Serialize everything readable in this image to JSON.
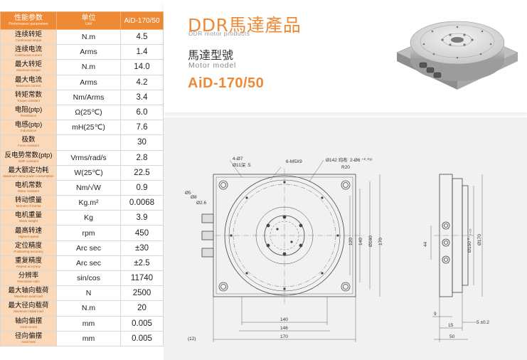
{
  "table": {
    "header": {
      "param_label": "性能参数",
      "param_sub": "Performance parameters",
      "unit_label": "单位",
      "unit_sub": "Unit",
      "model": "AiD-170/50"
    },
    "rows": [
      {
        "name": "连续转矩",
        "sub": "Continuous torque",
        "unit": "N.m",
        "value": "4.5"
      },
      {
        "name": "连续电流",
        "sub": "Continuous current",
        "unit": "Arms",
        "value": "1.4"
      },
      {
        "name": "最大转矩",
        "sub": "Maximum torque",
        "unit": "N.m",
        "value": "14.0"
      },
      {
        "name": "最大电流",
        "sub": "Maximum current",
        "unit": "Arms",
        "value": "4.2"
      },
      {
        "name": "转矩常数",
        "sub": "Torque constant",
        "unit": "Nm/Arms",
        "value": "3.4"
      },
      {
        "name": "电阻(ptp)",
        "sub": "Resistance",
        "unit": "Ω(25℃)",
        "value": "6.0"
      },
      {
        "name": "电感(ptp)",
        "sub": "Inductance",
        "unit": "mH(25℃)",
        "value": "7.6"
      },
      {
        "name": "极数",
        "sub": "Force constant",
        "unit": "",
        "value": "30"
      },
      {
        "name": "反电势常数(ptp)",
        "sub": "EMF constant",
        "unit": "Vrms/rad/s",
        "value": "2.8"
      },
      {
        "name": "最大额定功耗",
        "sub": "Maximum rated power consumption",
        "unit": "W(25℃)",
        "value": "22.5"
      },
      {
        "name": "电机常数",
        "sub": "Motor constant",
        "unit": "Nm/√W",
        "value": "0.9"
      },
      {
        "name": "转动惯量",
        "sub": "Moment of inertia",
        "unit": "Kg.m²",
        "value": "0.0068"
      },
      {
        "name": "电机重量",
        "sub": "Motor weight",
        "unit": "Kg",
        "value": "3.9"
      },
      {
        "name": "最高转速",
        "sub": "Highest speed",
        "unit": "rpm",
        "value": "450"
      },
      {
        "name": "定位精度",
        "sub": "Positioning accuracy",
        "unit": "Arc sec",
        "value": "±30"
      },
      {
        "name": "重复精度",
        "sub": "Repeat accuracy",
        "unit": "Arc sec",
        "value": "±2.5"
      },
      {
        "name": "分辨率",
        "sub": "Resolution ratio",
        "unit": "sin/cos",
        "value": "11740"
      },
      {
        "name": "最大轴向载荷",
        "sub": "Maximum axial load",
        "unit": "N",
        "value": "2500"
      },
      {
        "name": "最大径向载荷",
        "sub": "Maximum radial load",
        "unit": "N.m",
        "value": "20"
      },
      {
        "name": "轴向偏摆",
        "sub": "Axial runout",
        "unit": "mm",
        "value": "0.005"
      },
      {
        "name": "径向偏摆",
        "sub": "Axial beat",
        "unit": "mm",
        "value": "0.005"
      }
    ]
  },
  "product": {
    "title": "DDR馬達產品",
    "subtitle": "DDR motor products",
    "model_label_cn": "馬達型號",
    "model_label_en": "Motor model",
    "model_name": "AiD-170/50"
  },
  "drawing": {
    "labels": {
      "holes_a": "4-Ø7",
      "holes_a2": "Ø11深 .5",
      "holes_b": "6-M5X9",
      "bolt_circle": "Ø142 均布",
      "r20": "R20",
      "angle": "2-Ø6 ⁺⁰·⁰¹²",
      "small_a": "Ø5",
      "small_b": "Ø8",
      "small_c": "Ø2.6",
      "v120": "120",
      "v140": "140",
      "v160": "Ø160",
      "v170": "170",
      "h140": "140",
      "h146": "146",
      "h170": "170",
      "h12": "(12)",
      "side_44": "44",
      "side_150": "Ø150 ⁰₋₀.₀₂",
      "side_170": "Ø170",
      "side_9": "9",
      "side_15": "15",
      "side_5": "5 ±0.2",
      "side_50": "50"
    }
  },
  "colors": {
    "accent": "#ee8a35",
    "table_name_bg": "#fbd8b8",
    "drawing_bg": "#f1f1f1"
  }
}
